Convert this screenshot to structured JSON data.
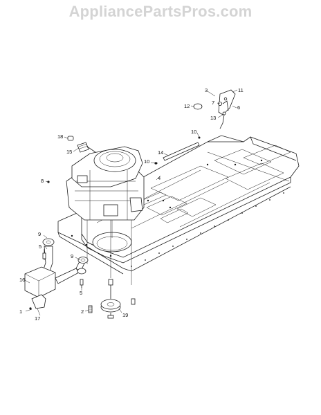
{
  "watermark": "AppliancePartsPros.com",
  "callouts": [
    {
      "id": "c1",
      "label": "1"
    },
    {
      "id": "c2",
      "label": "2"
    },
    {
      "id": "c3",
      "label": "3"
    },
    {
      "id": "c4",
      "label": "4"
    },
    {
      "id": "c5a",
      "label": "5"
    },
    {
      "id": "c5b",
      "label": "5"
    },
    {
      "id": "c6",
      "label": "6"
    },
    {
      "id": "c7",
      "label": "7"
    },
    {
      "id": "c8",
      "label": "8"
    },
    {
      "id": "c9a",
      "label": "9"
    },
    {
      "id": "c9b",
      "label": "9"
    },
    {
      "id": "c10a",
      "label": "10"
    },
    {
      "id": "c10b",
      "label": "10"
    },
    {
      "id": "c11",
      "label": "11"
    },
    {
      "id": "c12",
      "label": "12"
    },
    {
      "id": "c13",
      "label": "13"
    },
    {
      "id": "c14",
      "label": "14"
    },
    {
      "id": "c15",
      "label": "15"
    },
    {
      "id": "c16",
      "label": "16"
    },
    {
      "id": "c17",
      "label": "17"
    },
    {
      "id": "c18",
      "label": "18"
    },
    {
      "id": "c19",
      "label": "19"
    }
  ]
}
